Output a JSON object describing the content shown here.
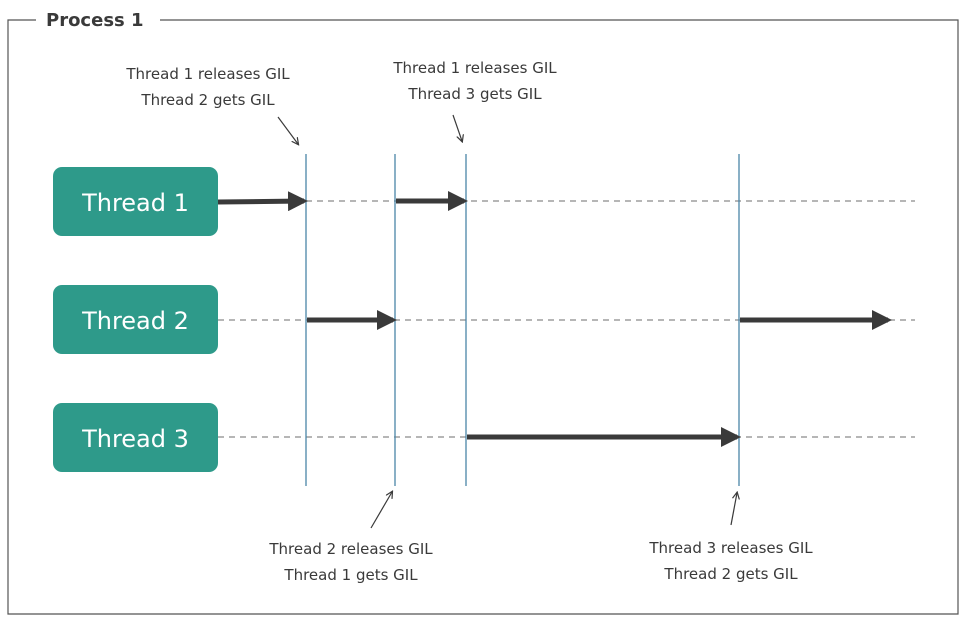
{
  "frame": {
    "title": "Process 1"
  },
  "threads": [
    {
      "label": "Thread 1"
    },
    {
      "label": "Thread 2"
    },
    {
      "label": "Thread 3"
    }
  ],
  "events": [
    {
      "line1": "Thread 1 releases GIL",
      "line2": "Thread 2 gets GIL"
    },
    {
      "line1": "Thread 2 releases GIL",
      "line2": "Thread 1 gets GIL"
    },
    {
      "line1": "Thread 1 releases GIL",
      "line2": "Thread 3 gets GIL"
    },
    {
      "line1": "Thread 3 releases GIL",
      "line2": "Thread 2 gets GIL"
    }
  ],
  "colors": {
    "thread_box": "#2e9a8a",
    "event_line": "#4a86a8",
    "run_arrow": "#3a3a3a",
    "timeline": "#8a8a8a",
    "frame_border": "#555555"
  }
}
